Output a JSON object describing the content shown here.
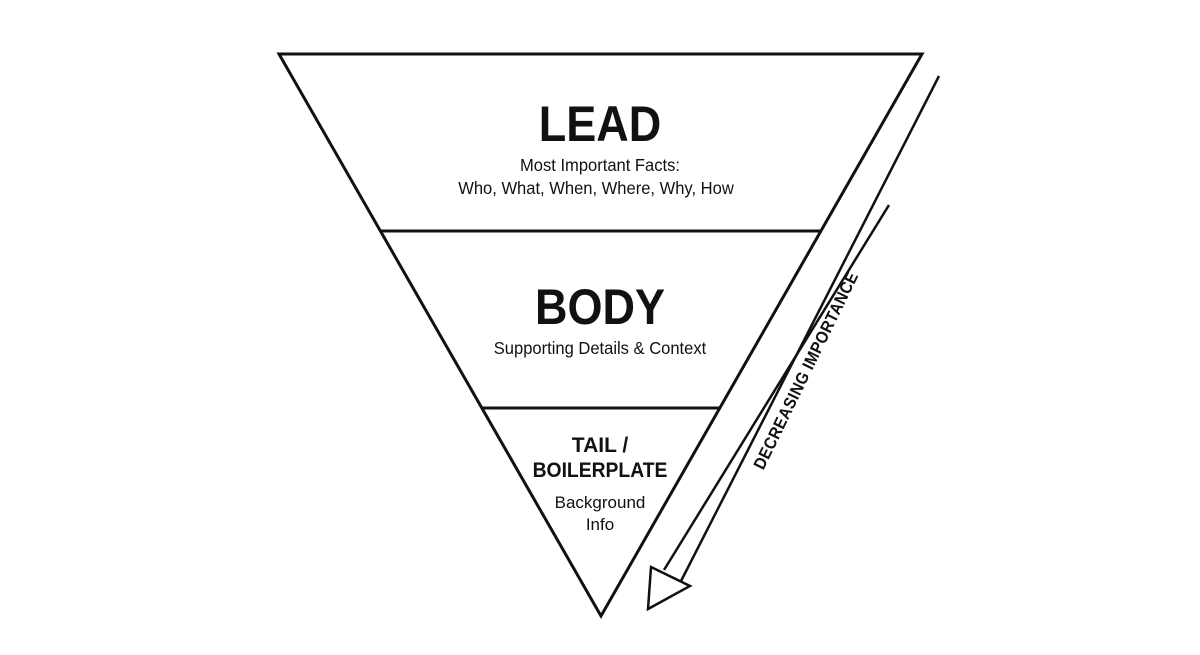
{
  "pyramid": {
    "lead": {
      "title": "LEAD",
      "line1": "Most Important Facts:",
      "line2": "Who, What, When, Where, Why, How"
    },
    "body": {
      "title": "BODY",
      "line1": "Supporting Details & Context"
    },
    "tail": {
      "title_line1": "TAIL /",
      "title_line2": "BOILERPLATE",
      "line1": "Background",
      "line2": "Info"
    }
  },
  "arrow": {
    "label": "DECREASING IMPORTANCE"
  },
  "colors": {
    "stroke": "#111111",
    "background": "#ffffff"
  }
}
